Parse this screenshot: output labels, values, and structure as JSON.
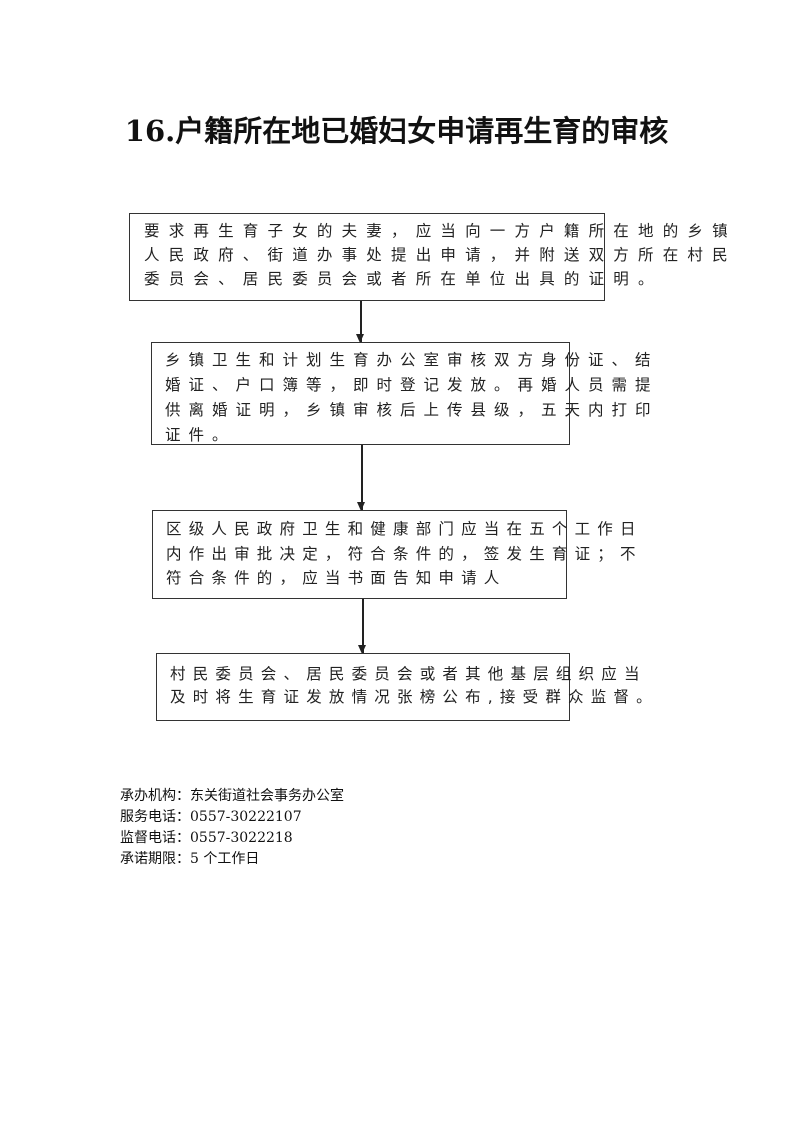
{
  "title": "16.户籍所在地已婚妇女申请再生育的审核",
  "steps": [
    {
      "lines": [
        "要求再生育子女的夫妻，应当向一方户籍所在地的乡镇",
        "人民政府、街道办事处提出申请，并附送双方所在村民",
        "委员会、居民委员会或者所在单位出具的证明。"
      ]
    },
    {
      "lines": [
        "乡镇卫生和计划生育办公室审核双方身份证、结",
        "婚证、户口簿等，即时登记发放。再婚人员需提",
        "供离婚证明，乡镇审核后上传县级，五天内打印",
        "证件。"
      ]
    },
    {
      "lines": [
        "区级人民政府卫生和健康部门应当在五个工作日",
        "内作出审批决定，符合条件的，签发生育证；不",
        "符合条件的，应当书面告知申请人"
      ]
    },
    {
      "lines": [
        "村民委员会、居民委员会或者其他基层组织应当",
        "及时将生育证发放情况张榜公布,接受群众监督。"
      ]
    }
  ],
  "footer": [
    "承办机构：东关街道社会事务办公室",
    "服务电话：0557-30222107",
    "监督电话：0557-3022218",
    "承诺期限：5 个工作日"
  ]
}
